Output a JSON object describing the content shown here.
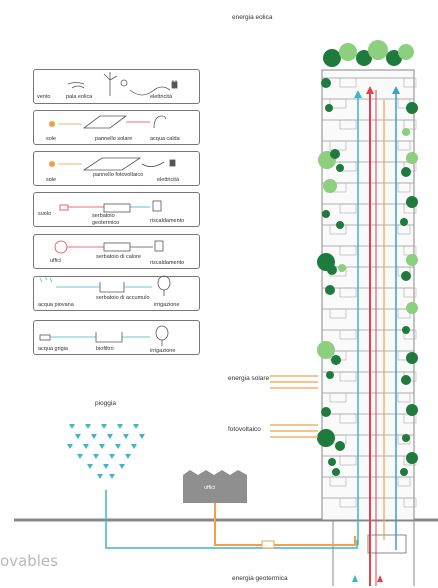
{
  "title": "energia eolica",
  "legend": [
    {
      "labels": [
        "vento",
        "pala eolica",
        "elettricità"
      ]
    },
    {
      "labels": [
        "sole",
        "pannello solare",
        "acqua calda"
      ]
    },
    {
      "labels": [
        "sole",
        "pannello fotovoltaico",
        "elettricità"
      ]
    },
    {
      "labels": [
        "suolo",
        "serbatoio geotermico",
        "riscaldamento"
      ]
    },
    {
      "labels": [
        "uffici",
        "serbatoio di calore",
        "riscaldamento"
      ]
    },
    {
      "labels": [
        "acqua piovana",
        "serbatoio di accumulo",
        "irrigazione"
      ]
    },
    {
      "labels": [
        "acqua grigia",
        "biofiltro",
        "irrigazione"
      ]
    }
  ],
  "labels": {
    "solar_energy": "energia solare",
    "photovoltaic": "fotovoltaico",
    "rain": "pioggia",
    "offices": "uffici",
    "geothermal": "energia geotermica",
    "watermark": "ovables"
  },
  "colors": {
    "red": "#e0424e",
    "blue": "#3a9fd1",
    "orange": "#f0a24a",
    "cyan": "#3fb4cc",
    "green_dark": "#1f7a3e",
    "green_light": "#8ccf7e",
    "grey": "#888888"
  },
  "icons": [
    "wind-turbine-icon",
    "sun-icon",
    "solar-panel-icon",
    "plug-icon",
    "shower-icon",
    "tree-icon",
    "factory-icon",
    "rain-drops-icon"
  ]
}
